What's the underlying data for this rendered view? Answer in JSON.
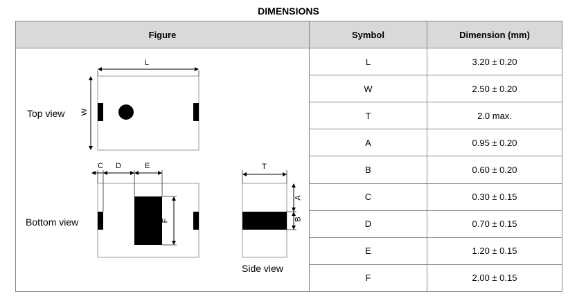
{
  "title": "DIMENSIONS",
  "headers": {
    "figure": "Figure",
    "symbol": "Symbol",
    "dimension": "Dimension (mm)"
  },
  "figure": {
    "top_view_label": "Top view",
    "bottom_view_label": "Bottom view",
    "side_view_label": "Side view",
    "dim_L": "L",
    "dim_W": "W",
    "dim_C": "C",
    "dim_D": "D",
    "dim_E": "E",
    "dim_F": "F",
    "dim_T": "T",
    "dim_A": "A",
    "dim_B": "B"
  },
  "rows": [
    {
      "symbol": "L",
      "dimension": "3.20 ± 0.20"
    },
    {
      "symbol": "W",
      "dimension": "2.50 ± 0.20"
    },
    {
      "symbol": "T",
      "dimension": "2.0 max."
    },
    {
      "symbol": "A",
      "dimension": "0.95 ± 0.20"
    },
    {
      "symbol": "B",
      "dimension": "0.60 ± 0.20"
    },
    {
      "symbol": "C",
      "dimension": "0.30 ± 0.15"
    },
    {
      "symbol": "D",
      "dimension": "0.70 ± 0.15"
    },
    {
      "symbol": "E",
      "dimension": "1.20 ± 0.15"
    },
    {
      "symbol": "F",
      "dimension": "2.00 ± 0.15"
    }
  ]
}
